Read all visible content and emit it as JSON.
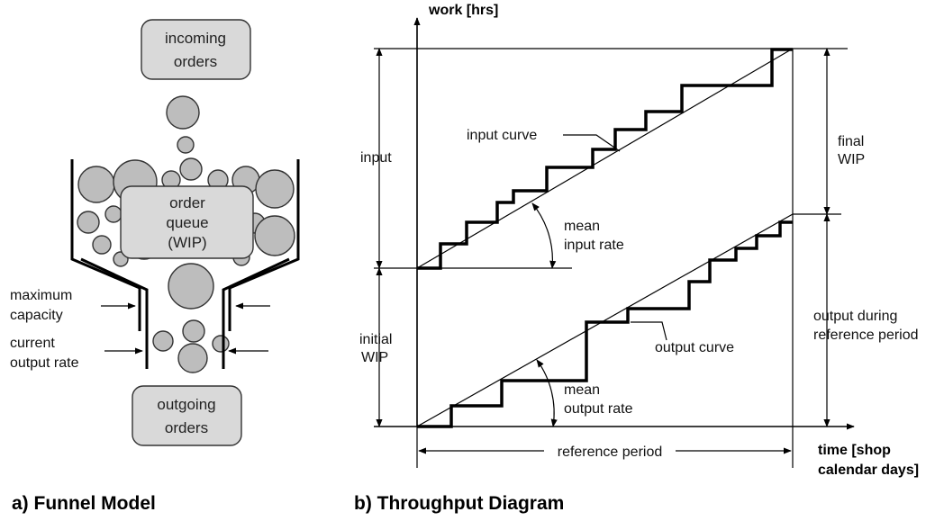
{
  "funnel": {
    "incoming_line1": "incoming",
    "incoming_line2": "orders",
    "queue_line1": "order",
    "queue_line2": "queue",
    "queue_line3": "(WIP)",
    "outgoing_line1": "outgoing",
    "outgoing_line2": "orders",
    "max_capacity_line1": "maximum",
    "max_capacity_line2": "capacity",
    "current_output_line1": "current",
    "current_output_line2": "output rate",
    "caption": "a) Funnel Model"
  },
  "throughput": {
    "y_axis_label": "work  [hrs]",
    "x_axis_label_line1": "time [shop",
    "x_axis_label_line2": "calendar days]",
    "input_label": "input",
    "initial_wip_line1": "initial",
    "initial_wip_line2": "WIP",
    "input_curve_label": "input curve",
    "mean_input_line1": "mean",
    "mean_input_line2": "input rate",
    "output_curve_label": "output curve",
    "mean_output_line1": "mean",
    "mean_output_line2": "output rate",
    "final_wip_line1": "final",
    "final_wip_line2": "WIP",
    "output_during_line1": "output during",
    "output_during_line2": "reference period",
    "reference_period_label": "reference period",
    "caption": "b) Throughput Diagram"
  }
}
